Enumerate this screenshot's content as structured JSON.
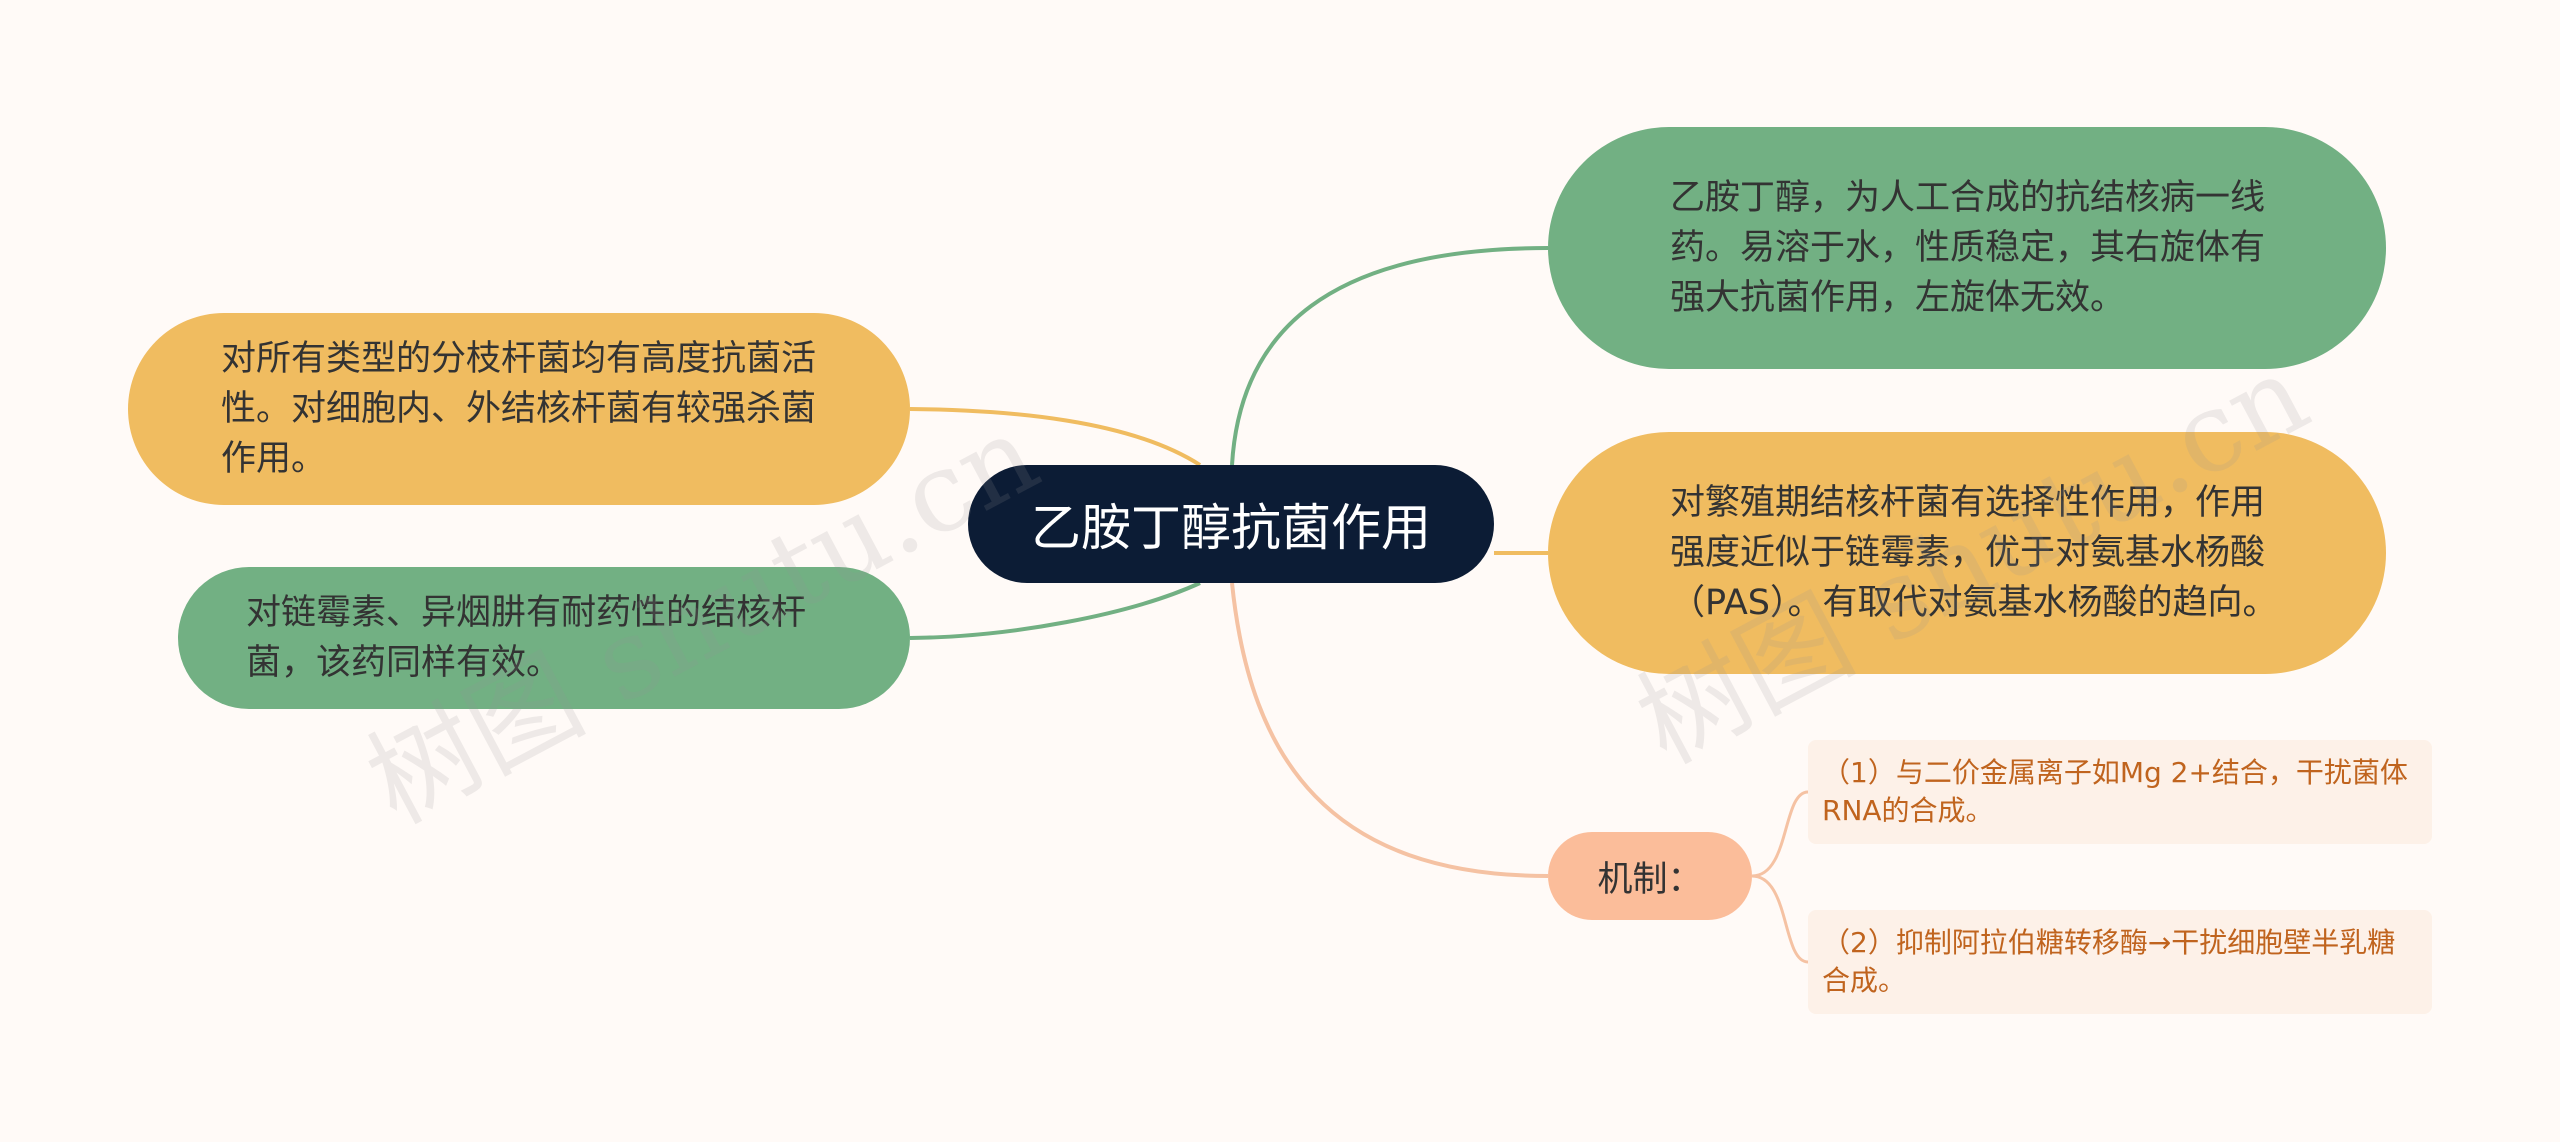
{
  "center": {
    "label": "乙胺丁醇抗菌作用"
  },
  "left_nodes": [
    {
      "text": "对所有类型的分枝杆菌均有高度抗菌活性。对细胞内、外结核杆菌有较强杀菌作用。",
      "color": "#f0bc60"
    },
    {
      "text": "对链霉素、异烟肼有耐药性的结核杆菌，该药同样有效。",
      "color": "#72b083"
    }
  ],
  "right_nodes": [
    {
      "text": "乙胺丁醇，为人工合成的抗结核病一线药。易溶于水，性质稳定，其右旋体有强大抗菌作用，左旋体无效。",
      "color": "#72b083"
    },
    {
      "text": "对繁殖期结核杆菌有选择性作用，作用强度近似于链霉素，优于对氨基水杨酸（PAS）。有取代对氨基水杨酸的趋向。",
      "color": "#f0bc60"
    }
  ],
  "mechanism": {
    "label": "机制：",
    "color": "#fbbd9a",
    "items": [
      "（1）与二价金属离子如Mg 2+结合，干扰菌体RNA的合成。",
      "（2）抑制阿拉伯糖转移酶→干扰细胞壁半乳糖合成。"
    ]
  },
  "link_colors": {
    "green": "#72b083",
    "gold": "#f0bc60",
    "peach": "#f5c2a3"
  },
  "watermarks": [
    "树图 shutu.cn",
    "树图 shutu.cn"
  ]
}
